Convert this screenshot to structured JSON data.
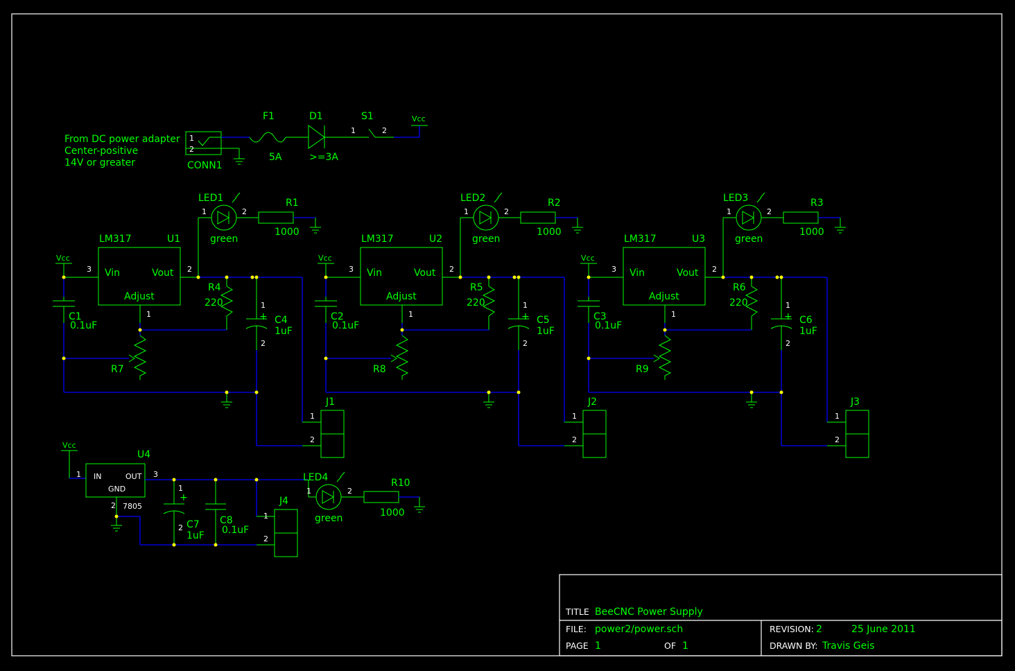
{
  "input": {
    "note_lines": [
      "From DC power adapter",
      "Center-positive",
      "14V or greater"
    ],
    "conn": {
      "ref": "CONN1",
      "pin1": "1",
      "pin2": "2"
    },
    "fuse": {
      "ref": "F1",
      "value": "5A"
    },
    "diode": {
      "ref": "D1",
      "value": ">=3A"
    },
    "switch": {
      "ref": "S1",
      "pin1": "1",
      "pin2": "2"
    },
    "vcc": "Vcc"
  },
  "stages": [
    {
      "reg_ref": "U1",
      "reg_part": "LM317",
      "vin": "Vin",
      "vout": "Vout",
      "adj": "Adjust",
      "pin_in": "3",
      "pin_out": "2",
      "pin_adj": "1",
      "vcc": "Vcc",
      "led_ref": "LED1",
      "led_color": "green",
      "led_p1": "1",
      "led_p2": "2",
      "r_led_ref": "R1",
      "r_led_val": "1000",
      "r_fb_ref": "R4",
      "r_fb_val": "220",
      "c_in_ref": "C1",
      "c_in_val": "0.1uF",
      "c_out_ref": "C4",
      "c_out_val": "1uF",
      "c_out_p1": "1",
      "c_out_p2": "2",
      "c_out_plus": "+",
      "pot_ref": "R7",
      "jack_ref": "J1",
      "jack_p1": "1",
      "jack_p2": "2"
    },
    {
      "reg_ref": "U2",
      "reg_part": "LM317",
      "vin": "Vin",
      "vout": "Vout",
      "adj": "Adjust",
      "pin_in": "3",
      "pin_out": "2",
      "pin_adj": "1",
      "vcc": "Vcc",
      "led_ref": "LED2",
      "led_color": "green",
      "led_p1": "1",
      "led_p2": "2",
      "r_led_ref": "R2",
      "r_led_val": "1000",
      "r_fb_ref": "R5",
      "r_fb_val": "220",
      "c_in_ref": "C2",
      "c_in_val": "0.1uF",
      "c_out_ref": "C5",
      "c_out_val": "1uF",
      "c_out_p1": "1",
      "c_out_p2": "2",
      "c_out_plus": "+",
      "pot_ref": "R8",
      "jack_ref": "J2",
      "jack_p1": "1",
      "jack_p2": "2"
    },
    {
      "reg_ref": "U3",
      "reg_part": "LM317",
      "vin": "Vin",
      "vout": "Vout",
      "adj": "Adjust",
      "pin_in": "3",
      "pin_out": "2",
      "pin_adj": "1",
      "vcc": "Vcc",
      "led_ref": "LED3",
      "led_color": "green",
      "led_p1": "1",
      "led_p2": "2",
      "r_led_ref": "R3",
      "r_led_val": "1000",
      "r_fb_ref": "R6",
      "r_fb_val": "220",
      "c_in_ref": "C3",
      "c_in_val": "0.1uF",
      "c_out_ref": "C6",
      "c_out_val": "1uF",
      "c_out_p1": "1",
      "c_out_p2": "2",
      "c_out_plus": "+",
      "pot_ref": "R9",
      "jack_ref": "J3",
      "jack_p1": "1",
      "jack_p2": "2"
    }
  ],
  "five_volt": {
    "vcc": "Vcc",
    "reg_ref": "U4",
    "reg_part": "7805",
    "in": "IN",
    "out": "OUT",
    "gnd": "GND",
    "pin_in": "1",
    "pin_out": "3",
    "pin_gnd": "2",
    "c7_ref": "C7",
    "c7_val": "1uF",
    "c7_p1": "1",
    "c7_p2": "2",
    "c7_plus": "+",
    "c8_ref": "C8",
    "c8_val": "0.1uF",
    "led_ref": "LED4",
    "led_color": "green",
    "led_p1": "1",
    "led_p2": "2",
    "r_ref": "R10",
    "r_val": "1000",
    "jack_ref": "J4",
    "jack_p1": "1",
    "jack_p2": "2"
  },
  "title_block": {
    "title_label": "TITLE",
    "title": "BeeCNC Power Supply",
    "file_label": "FILE:",
    "file": "power2/power.sch",
    "revision_label": "REVISION:",
    "revision": "2",
    "date": "25 June 2011",
    "page_label": "PAGE",
    "page": "1",
    "of_label": "OF",
    "of": "1",
    "drawn_label": "DRAWN BY:",
    "drawn_by": "Travis Geis"
  }
}
